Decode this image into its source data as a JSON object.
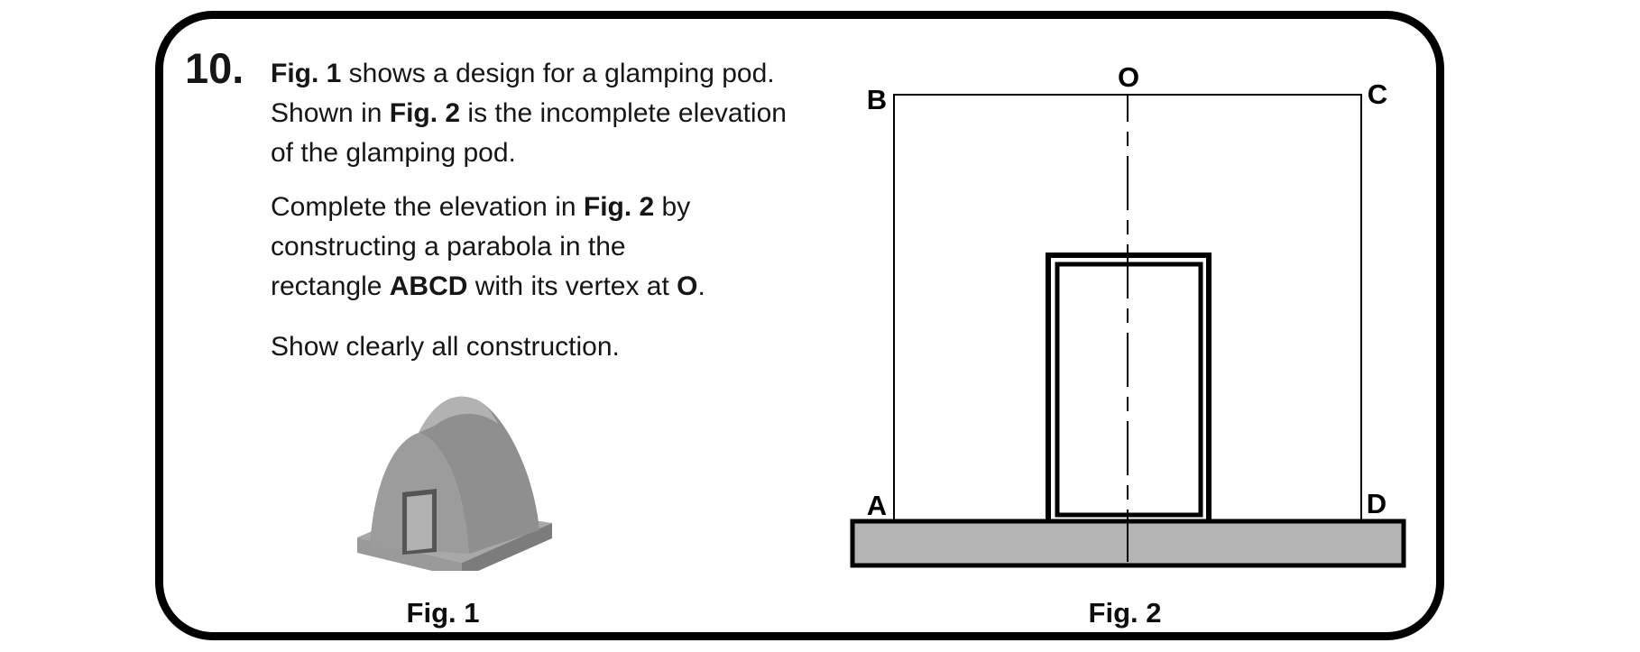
{
  "question": {
    "number": "10.",
    "paragraphs": [
      {
        "lines": [
          {
            "parts": [
              {
                "b": true,
                "t": "Fig. 1"
              },
              {
                "t": " shows a design for a glamping pod."
              }
            ]
          },
          {
            "parts": [
              {
                "t": "Shown in "
              },
              {
                "b": true,
                "t": "Fig. 2"
              },
              {
                "t": " is the incomplete elevation"
              }
            ]
          },
          {
            "parts": [
              {
                "t": "of the glamping pod."
              }
            ]
          }
        ]
      },
      {
        "lines": [
          {
            "parts": [
              {
                "t": "Complete the elevation in "
              },
              {
                "b": true,
                "t": "Fig. 2"
              },
              {
                "t": " by"
              }
            ]
          },
          {
            "parts": [
              {
                "t": "constructing a parabola in the"
              }
            ]
          },
          {
            "parts": [
              {
                "t": "rectangle "
              },
              {
                "b": true,
                "t": "ABCD"
              },
              {
                "t": " with its vertex at "
              },
              {
                "b": true,
                "t": "O"
              },
              {
                "t": "."
              }
            ]
          }
        ]
      },
      {
        "lines": [
          {
            "parts": [
              {
                "t": "Show clearly all construction."
              }
            ]
          }
        ]
      }
    ]
  },
  "fig1": {
    "caption": "Fig. 1"
  },
  "fig2": {
    "caption": "Fig. 2",
    "labels": {
      "a": "A",
      "b": "B",
      "c": "C",
      "d": "D",
      "o": "O"
    }
  },
  "colors": {
    "frame_border": "#000000",
    "drawing_line": "#000000",
    "base_fill": "#b4b4b4",
    "pod_front": "#9c9c9c",
    "pod_roof": "#8f8f8f",
    "pod_ridge_highlight": "#b2b2b2",
    "slab_top": "#a8a8a8",
    "slab_front": "#9a9a9a",
    "slab_side": "#7c7c7c",
    "door_frame": "#555555",
    "door_panel": "#b1b1b1"
  }
}
